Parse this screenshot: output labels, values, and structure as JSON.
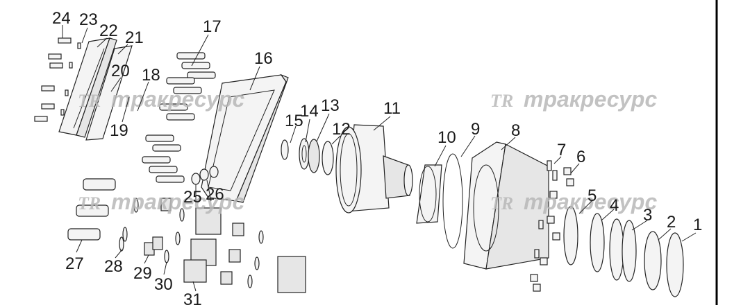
{
  "watermark": {
    "logo": "TR",
    "text": "тракресурс"
  },
  "callouts": [
    "1",
    "2",
    "3",
    "4",
    "5",
    "6",
    "7",
    "8",
    "9",
    "10",
    "11",
    "12",
    "13",
    "14",
    "15",
    "16",
    "17",
    "18",
    "19",
    "20",
    "21",
    "22",
    "23",
    "24",
    "25",
    "26",
    "27",
    "28",
    "29",
    "30",
    "31"
  ],
  "colors": {
    "line": "#222222",
    "watermark": "#b8b8b8",
    "frame": "#000000"
  }
}
